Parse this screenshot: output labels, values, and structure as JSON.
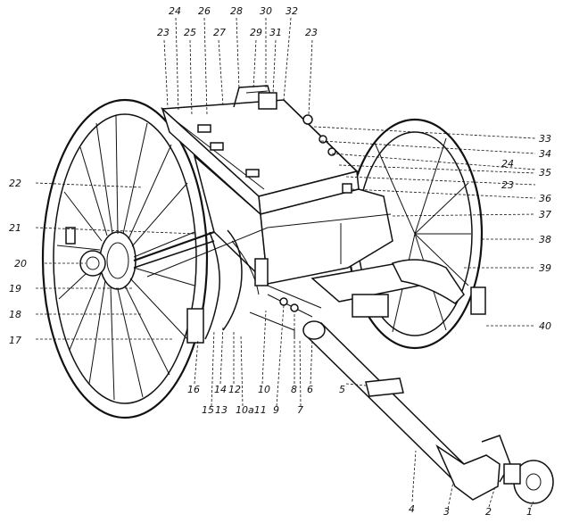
{
  "diagram": {
    "labels": [
      "1",
      "2",
      "3",
      "4",
      "5",
      "6",
      "7",
      "8",
      "9",
      "10",
      "10a11",
      "12",
      "13",
      "14",
      "15",
      "16",
      "17",
      "18",
      "19",
      "20",
      "21",
      "22",
      "23",
      "24",
      "25",
      "26",
      "27",
      "28",
      "29",
      "30",
      "31",
      "32",
      "23",
      "33",
      "34",
      "24",
      "35",
      "23",
      "36",
      "37",
      "38",
      "39",
      "40"
    ]
  }
}
